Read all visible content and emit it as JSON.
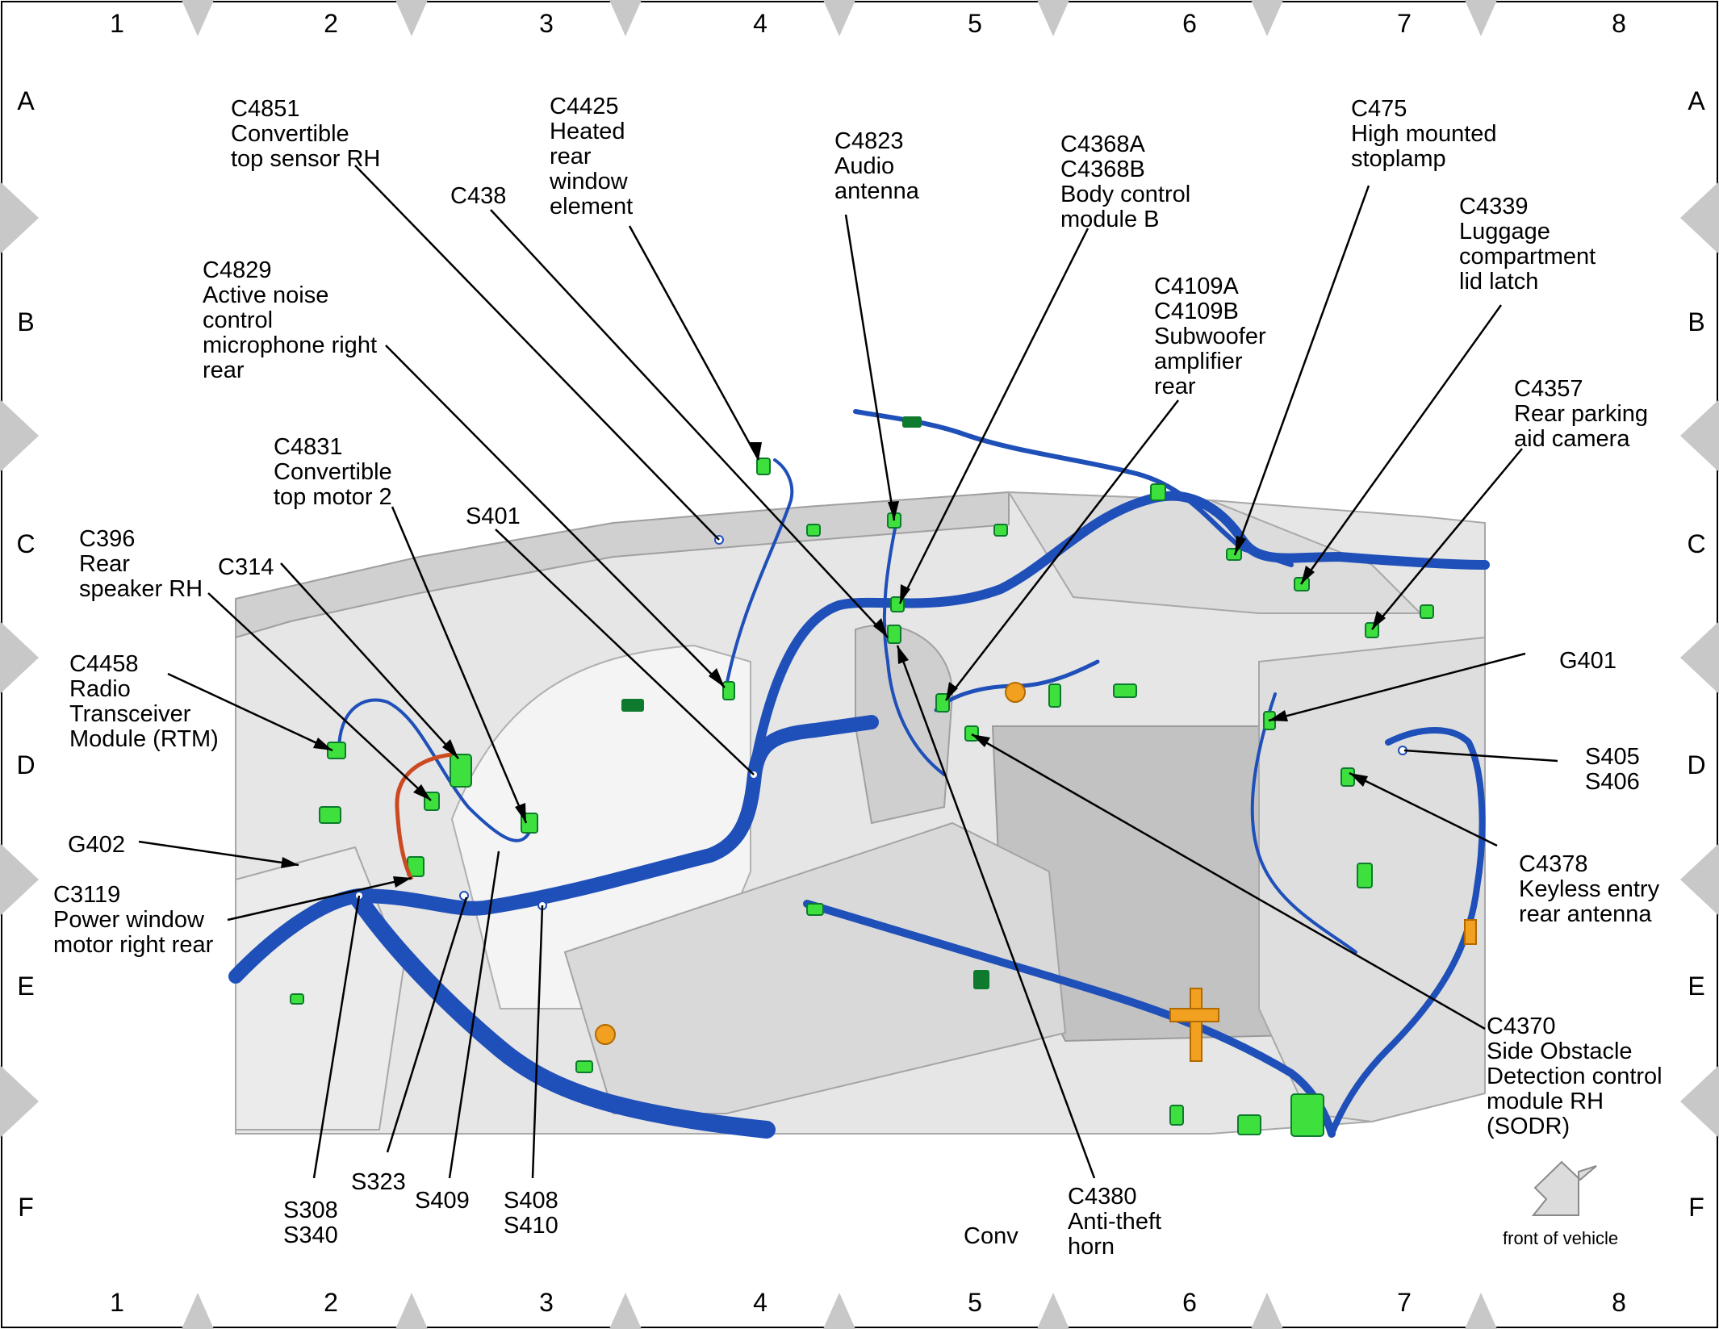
{
  "grid": {
    "columns": [
      "1",
      "2",
      "3",
      "4",
      "5",
      "6",
      "7",
      "8"
    ],
    "rows": [
      "A",
      "B",
      "C",
      "D",
      "E",
      "F"
    ]
  },
  "labels": [
    {
      "id": "c4851",
      "lines": [
        "C4851",
        "Convertible",
        "top sensor RH"
      ]
    },
    {
      "id": "c4425",
      "lines": [
        "C4425",
        "Heated",
        "rear",
        "window",
        "element"
      ]
    },
    {
      "id": "c438",
      "lines": [
        "C438"
      ]
    },
    {
      "id": "c4823",
      "lines": [
        "C4823",
        "Audio",
        "antenna"
      ]
    },
    {
      "id": "c4368",
      "lines": [
        "C4368A",
        "C4368B",
        "Body control",
        "module B"
      ]
    },
    {
      "id": "c475",
      "lines": [
        "C475",
        "High mounted",
        "stoplamp"
      ]
    },
    {
      "id": "c4339",
      "lines": [
        "C4339",
        "Luggage",
        "compartment",
        "lid latch"
      ]
    },
    {
      "id": "c4829",
      "lines": [
        "C4829",
        "Active noise",
        "control",
        "microphone right",
        "rear"
      ]
    },
    {
      "id": "c4109",
      "lines": [
        "C4109A",
        "C4109B",
        "Subwoofer",
        "amplifier",
        "rear"
      ]
    },
    {
      "id": "c4357",
      "lines": [
        "C4357",
        "Rear parking",
        "aid camera"
      ]
    },
    {
      "id": "c4831",
      "lines": [
        "C4831",
        "Convertible",
        "top motor 2"
      ]
    },
    {
      "id": "s401",
      "lines": [
        "S401"
      ]
    },
    {
      "id": "c396",
      "lines": [
        "C396",
        "Rear",
        "speaker RH"
      ]
    },
    {
      "id": "c314",
      "lines": [
        "C314"
      ]
    },
    {
      "id": "c4458",
      "lines": [
        "C4458",
        "Radio",
        "Transceiver",
        "Module (RTM)"
      ]
    },
    {
      "id": "g401",
      "lines": [
        "G401"
      ]
    },
    {
      "id": "s405",
      "lines": [
        "S405",
        "S406"
      ]
    },
    {
      "id": "g402",
      "lines": [
        "G402"
      ]
    },
    {
      "id": "c3119",
      "lines": [
        "C3119",
        "Power window",
        "motor right rear"
      ]
    },
    {
      "id": "c4378",
      "lines": [
        "C4378",
        "Keyless entry",
        "rear antenna"
      ]
    },
    {
      "id": "c4370",
      "lines": [
        "C4370",
        "Side Obstacle",
        "Detection control",
        "module RH",
        "(SODR)"
      ]
    },
    {
      "id": "s308",
      "lines": [
        "S308",
        "S340"
      ]
    },
    {
      "id": "s323",
      "lines": [
        "S323"
      ]
    },
    {
      "id": "s409",
      "lines": [
        "S409"
      ]
    },
    {
      "id": "s408",
      "lines": [
        "S408",
        "S410"
      ]
    },
    {
      "id": "c4380",
      "lines": [
        "C4380",
        "Anti-theft",
        "horn"
      ]
    }
  ],
  "footer": {
    "conv": "Conv",
    "front_of_vehicle": "front of vehicle"
  },
  "colors": {
    "harness": "#1f4fb8",
    "harness_dark": "#0f2f86",
    "connector": "#3de03d",
    "connector_dark": "#0e7a2e",
    "ground": "#f2a020",
    "body_light": "#f0f0f0",
    "body_mid": "#d2d2d2",
    "body_dark": "#9c9c9c",
    "grid_diamond": "#c8c8c8"
  }
}
